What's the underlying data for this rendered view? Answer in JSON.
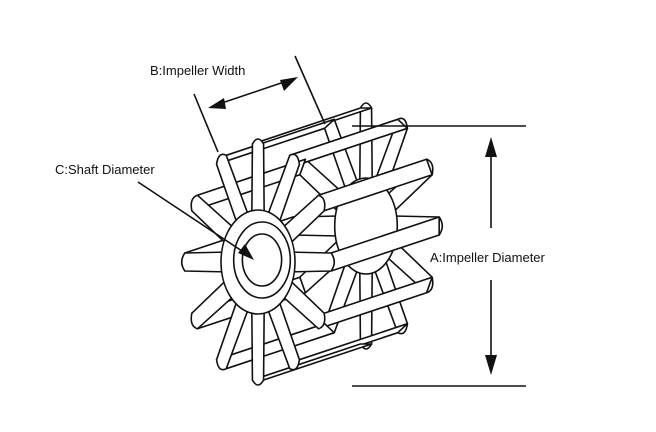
{
  "labels": {
    "impeller_width": "B:Impeller Width",
    "shaft_diameter": "C:Shaft Diameter",
    "impeller_diameter": "A:Impeller Diameter"
  },
  "icons": [
    "arrow-icon"
  ],
  "colors": {
    "line": "#111111",
    "background": "#ffffff"
  }
}
